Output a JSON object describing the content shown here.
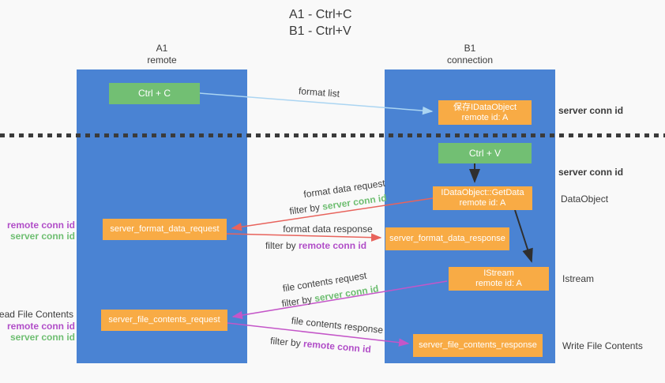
{
  "title": {
    "line1": "A1 - Ctrl+C",
    "line2": "B1 - Ctrl+V"
  },
  "lanes": {
    "left": {
      "name": "A1",
      "subtitle": "remote"
    },
    "right": {
      "name": "B1",
      "subtitle": "connection"
    }
  },
  "nodes": {
    "ctrl_c": {
      "label": "Ctrl + C"
    },
    "ctrl_v": {
      "label": "Ctrl + V"
    },
    "save_idataobject": {
      "line1": "保存IDataObject",
      "line2": "remote id: A"
    },
    "getdata": {
      "line1": "IDataObject::GetData",
      "line2": "remote id: A"
    },
    "istream": {
      "line1": "IStream",
      "line2": "remote id: A"
    },
    "format_request": {
      "label": "server_format_data_request"
    },
    "format_response": {
      "label": "server_format_data_response"
    },
    "file_request": {
      "label": "server_file_contents_request"
    },
    "file_response": {
      "label": "server_file_contents_response"
    }
  },
  "edge_labels": {
    "format_list": "format list",
    "format_data_request": "format data request",
    "format_data_response": "format data response",
    "file_contents_request": "file contents request",
    "file_contents_response": "file contents response",
    "filter_by": "filter by",
    "server_conn_id": "server conn id",
    "remote_conn_id": "remote conn id"
  },
  "side_labels": {
    "server_conn_id": "server conn id",
    "remote_conn_id": "remote conn id",
    "dataobject": "DataObject",
    "istream": "Istream",
    "read_file_contents": "Read File Contents",
    "write_file_contents": "Write File Contents"
  },
  "colors": {
    "lane_blue": "#4a83d3",
    "box_green": "#72bf73",
    "box_orange": "#f8ab45",
    "arrow_light_blue": "#abd5f2",
    "arrow_red": "#e8635c",
    "arrow_magenta": "#c456c8",
    "arrow_black": "#2f2f2f",
    "text_green": "#6ebe71",
    "text_purple": "#b14ec8",
    "background": "#f9f9f9"
  }
}
